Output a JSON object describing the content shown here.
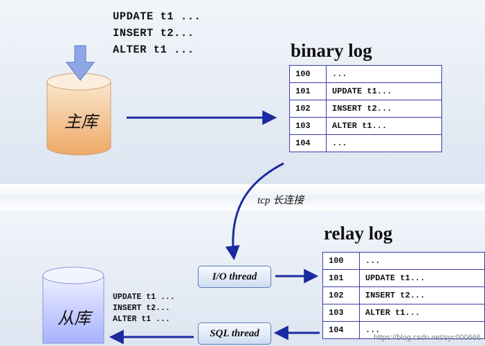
{
  "master": {
    "label": "主库"
  },
  "slave": {
    "label": "从库"
  },
  "binary_log": {
    "title": "binary log",
    "rows": [
      {
        "num": "100",
        "text": "..."
      },
      {
        "num": "101",
        "text": "UPDATE t1..."
      },
      {
        "num": "102",
        "text": "INSERT t2..."
      },
      {
        "num": "103",
        "text": "ALTER t1..."
      },
      {
        "num": "104",
        "text": "..."
      }
    ]
  },
  "relay_log": {
    "title": "relay log",
    "rows": [
      {
        "num": "100",
        "text": "..."
      },
      {
        "num": "101",
        "text": "UPDATE t1..."
      },
      {
        "num": "102",
        "text": "INSERT t2..."
      },
      {
        "num": "103",
        "text": "ALTER t1..."
      },
      {
        "num": "104",
        "text": "..."
      }
    ]
  },
  "top_statements": [
    "UPDATE t1 ...",
    "INSERT t2...",
    "ALTER t1 ..."
  ],
  "bottom_statements": [
    "UPDATE t1 ...",
    "INSERT t2...",
    "ALTER t1 ..."
  ],
  "connection_label": "tcp 长连接",
  "io_thread_label": "I/O thread",
  "sql_thread_label": "SQL thread",
  "watermark": "https://blog.csdn.net/syc000666",
  "colors": {
    "master_db_top": "#f7e3c4",
    "master_db_bottom": "#f0b27a",
    "slave_db_top": "#e6eaff",
    "slave_db_bottom": "#aab6ff",
    "arrow": "#1b2aa0",
    "down_arrow": "#8fa6e6"
  }
}
